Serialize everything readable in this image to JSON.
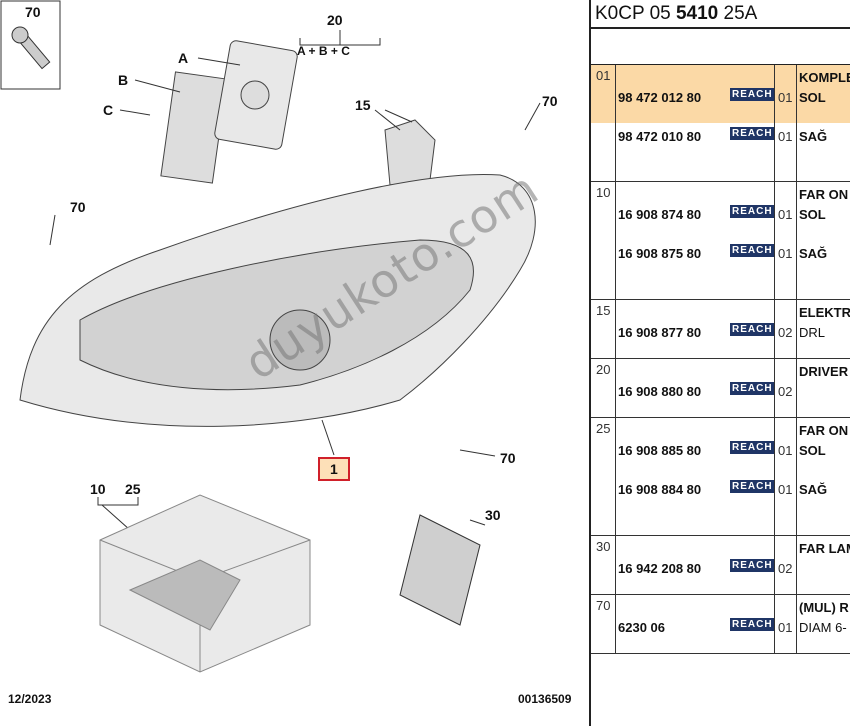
{
  "diagram": {
    "callouts": {
      "c70a": "70",
      "c20": "20",
      "c20sub": "A + B + C",
      "cA": "A",
      "cB": "B",
      "cC": "C",
      "c15": "15",
      "c70b": "70",
      "c70c": "70",
      "c70d": "70",
      "c1": "1",
      "c10": "10",
      "c25": "25",
      "c30": "30"
    },
    "date": "12/2023",
    "code": "00136509",
    "watermark": "duyukoto.com"
  },
  "catalog": {
    "title_pre": "K0CP 05 ",
    "title_bold": "5410",
    "title_post": " 25A",
    "reach_label": "REACH",
    "groups": [
      {
        "pos": "01",
        "lines": [
          {
            "ref": "98 472 012 80",
            "qty": "01",
            "title": "KOMPLE",
            "desc": "SOL"
          },
          {
            "ref": "98 472 010 80",
            "qty": "01",
            "desc": "SAĞ"
          }
        ]
      },
      {
        "pos": "10",
        "lines": [
          {
            "ref": "16 908 874 80",
            "qty": "01",
            "title": "FAR ON",
            "desc": "SOL"
          },
          {
            "ref": "16 908 875 80",
            "qty": "01",
            "desc": "SAĞ"
          }
        ]
      },
      {
        "pos": "15",
        "lines": [
          {
            "ref": "16 908 877 80",
            "qty": "02",
            "title": "ELEKTR",
            "desc": "DRL"
          }
        ]
      },
      {
        "pos": "20",
        "lines": [
          {
            "ref": "16 908 880 80",
            "qty": "02",
            "title": "DRIVER"
          }
        ]
      },
      {
        "pos": "25",
        "lines": [
          {
            "ref": "16 908 885 80",
            "qty": "01",
            "title": "FAR ON",
            "desc": "SOL"
          },
          {
            "ref": "16 908 884 80",
            "qty": "01",
            "desc": "SAĞ"
          }
        ]
      },
      {
        "pos": "30",
        "lines": [
          {
            "ref": "16 942 208 80",
            "qty": "02",
            "title": "FAR LAM"
          }
        ]
      },
      {
        "pos": "70",
        "lines": [
          {
            "ref": "6230 06",
            "qty": "01",
            "title": "(MUL) R",
            "desc": "DIAM 6-"
          }
        ]
      }
    ],
    "colors": {
      "highlight": "#fbd9a6",
      "reach": "#1f3566",
      "callout_red": "#d0202a"
    }
  }
}
